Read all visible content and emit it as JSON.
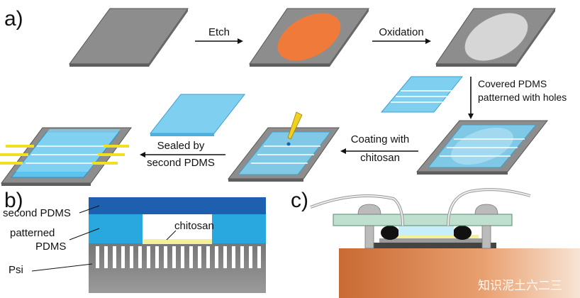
{
  "panels": {
    "a": "a)",
    "b": "b)",
    "c": "c)"
  },
  "steps": {
    "etch": "Etch",
    "oxidation": "Oxidation",
    "covered_line1": "Covered PDMS",
    "covered_line2": "patterned with holes",
    "coating_line1": "Coating with",
    "coating_line2": "chitosan",
    "sealed_line1": "Sealed by",
    "sealed_line2": "second PDMS"
  },
  "cross_section": {
    "second_pdms": "second PDMS",
    "patterned_line1": "patterned",
    "patterned_line2": "PDMS",
    "psi": "Psi",
    "chitosan": "chitosan"
  },
  "watermark": "知识泥土六二三",
  "colors": {
    "silicon": "#8d8d8d",
    "etched": "#f07a3a",
    "oxide": "#d6d6d6",
    "pdms_light": "#7fd0f0",
    "pdms_dark": "#1e5fb0",
    "pdms_mid": "#29a8e0",
    "chitosan": "#f3ef9a",
    "wire": "#f0e020",
    "board": "#bfe0cf",
    "base": "#e08a55"
  }
}
